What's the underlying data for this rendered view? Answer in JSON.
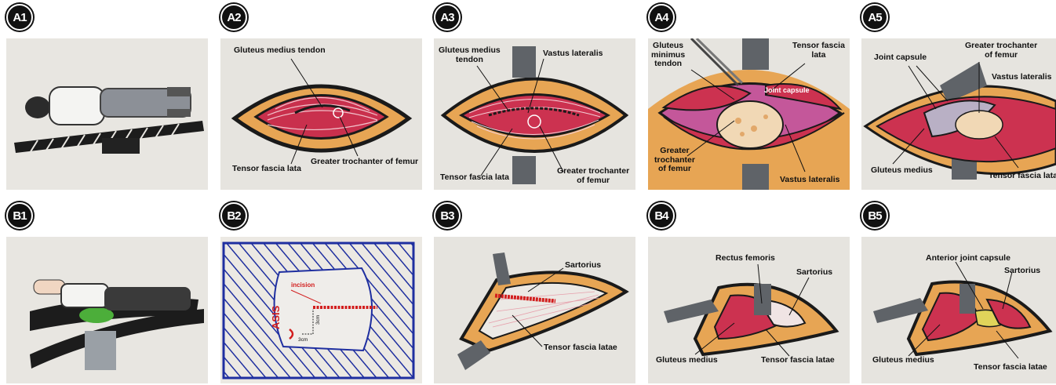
{
  "panels": {
    "A1": {
      "badge": "A1"
    },
    "A2": {
      "badge": "A2",
      "labels": {
        "gm_tendon": "Gluteus medius tendon",
        "tfl": "Tensor fascia lata",
        "gt": "Greater trochanter of femur"
      }
    },
    "A3": {
      "badge": "A3",
      "labels": {
        "gm_tendon_1": "Gluteus medius",
        "gm_tendon_2": "tendon",
        "vl": "Vastus lateralis",
        "tfl": "Tensor fascia lata",
        "gt_1": "Greater trochanter",
        "gt_2": "of femur"
      }
    },
    "A4": {
      "badge": "A4",
      "labels": {
        "gmin_1": "Gluteus",
        "gmin_2": "minimus",
        "gmin_3": "tendon",
        "tfl_1": "Tensor fascia",
        "tfl_2": "lata",
        "jc": "Joint capsule",
        "gt_1": "Greater",
        "gt_2": "trochanter",
        "gt_3": "of femur",
        "vl": "Vastus lateralis"
      }
    },
    "A5": {
      "badge": "A5",
      "labels": {
        "jc": "Joint capsule",
        "gt_1": "Greater trochanter",
        "gt_2": "of femur",
        "vl": "Vastus lateralis",
        "gmed": "Gluteus medius",
        "tfl": "Tensor fascia lata"
      }
    },
    "B1": {
      "badge": "B1"
    },
    "B2": {
      "badge": "B2",
      "labels": {
        "incision": "incision",
        "asis": "ASIS",
        "cm_h": "3cm",
        "cm_v": "3cm"
      }
    },
    "B3": {
      "badge": "B3",
      "labels": {
        "sartorius": "Sartorius",
        "tfl": "Tensor fascia latae"
      }
    },
    "B4": {
      "badge": "B4",
      "labels": {
        "rf": "Rectus femoris",
        "sartorius": "Sartorius",
        "gmed": "Gluteus medius",
        "tfl": "Tensor fascia latae"
      }
    },
    "B5": {
      "badge": "B5",
      "labels": {
        "ajc": "Anterior joint capsule",
        "sartorius": "Sartorius",
        "gmed": "Gluteus medius",
        "tfl": "Tensor fascia latae"
      }
    }
  },
  "colors": {
    "muscle": "#d0324e",
    "fat": "#e7a554",
    "outline": "#1a1a1a",
    "skin": "#e9e7e3",
    "hatch": "#1f2fa0",
    "incision": "#d21e1e"
  }
}
